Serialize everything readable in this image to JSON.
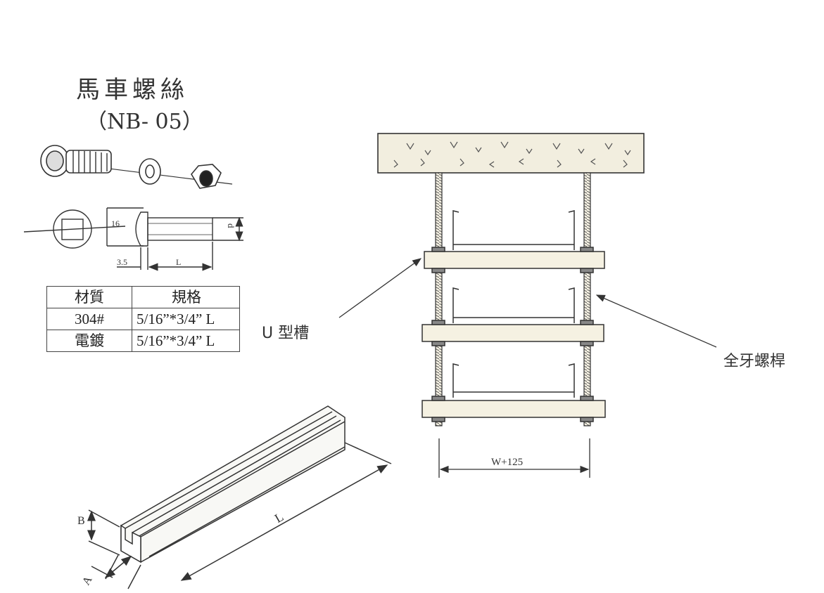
{
  "bolt": {
    "title": "馬車螺絲",
    "model": "（NB- 05）",
    "dim_head": "16",
    "dim_shoulder": "3.5",
    "dim_length": "L",
    "dim_diameter": "d"
  },
  "spec_table": {
    "headers": [
      "材質",
      "規格"
    ],
    "rows": [
      [
        "304#",
        "5/16”*3/4” L"
      ],
      [
        "電鍍",
        "5/16”*3/4” L"
      ]
    ]
  },
  "channel": {
    "dim_b": "B",
    "dim_a": "A",
    "dim_l": "L"
  },
  "hanger": {
    "label_channel": "U 型槽",
    "label_rod": "全牙螺桿",
    "dim_width": "W+125"
  }
}
